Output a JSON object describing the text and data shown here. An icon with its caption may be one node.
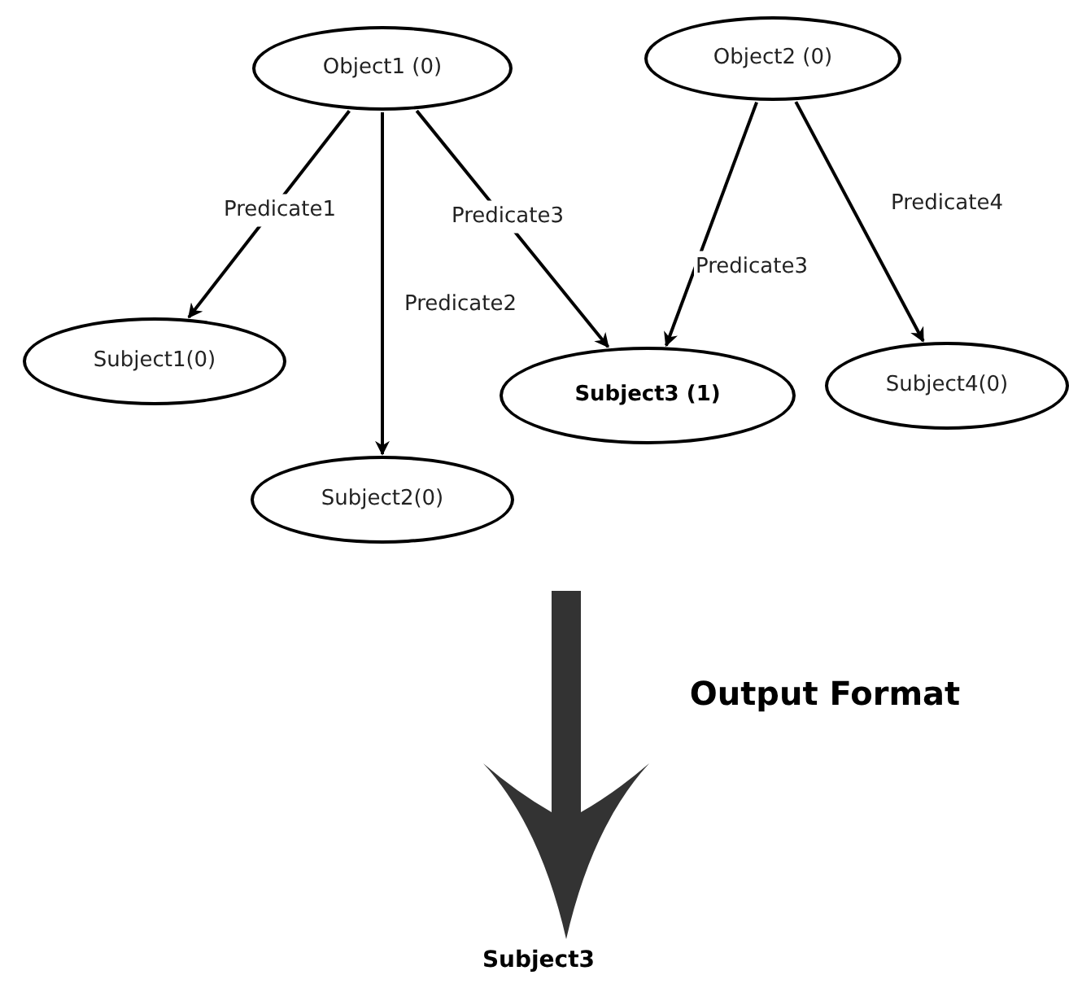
{
  "diagram": {
    "nodes": [
      {
        "text": [
          "Object1 (0)"
        ]
      },
      {
        "text": [
          "Object2 (0)"
        ]
      },
      {
        "text": [
          "Subject1(0)"
        ]
      },
      {
        "text": [
          "Subject2(0)"
        ]
      },
      {
        "text": [
          "Subject3 (1)"
        ]
      },
      {
        "text": [
          "Subject4(0)"
        ]
      },
      {
        "text": [
          "Subject3"
        ]
      }
    ],
    "edges": [
      {
        "from": 0,
        "to": 2,
        "arrow": "to",
        "label": "Predicate1"
      },
      {
        "from": 0,
        "to": 3,
        "arrow": "to",
        "label": "Predicate2"
      },
      {
        "from": 0,
        "to": 4,
        "arrow": "to",
        "label": "Predicate3"
      },
      {
        "from": 1,
        "to": 4,
        "arrow": "to",
        "label": "Predicate3"
      },
      {
        "from": 1,
        "to": 5,
        "arrow": "to",
        "label": "Predicate4"
      },
      {
        "from": null,
        "to": 6,
        "arrow": "to",
        "label": "Output Format",
        "style": "thick",
        "color": "#333333"
      }
    ]
  }
}
